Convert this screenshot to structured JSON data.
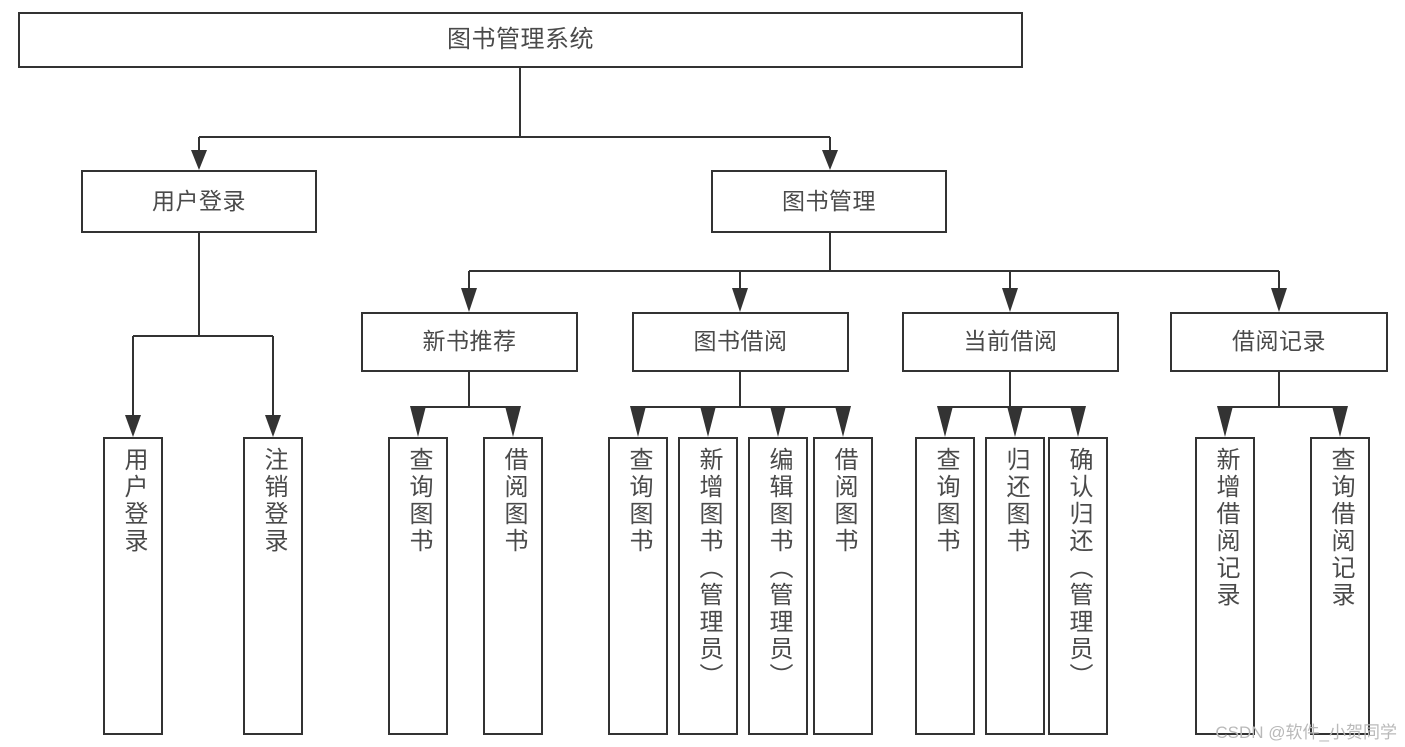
{
  "diagram": {
    "type": "tree",
    "title": "图书管理系统",
    "root": {
      "label": "图书管理系统"
    },
    "level1": [
      {
        "id": "user-login",
        "label": "用户登录"
      },
      {
        "id": "book-manage",
        "label": "图书管理"
      }
    ],
    "level2": [
      {
        "id": "new-book-recommend",
        "label": "新书推荐",
        "parent": "book-manage"
      },
      {
        "id": "book-borrow",
        "label": "图书借阅",
        "parent": "book-manage"
      },
      {
        "id": "current-borrow",
        "label": "当前借阅",
        "parent": "book-manage"
      },
      {
        "id": "borrow-record",
        "label": "借阅记录",
        "parent": "book-manage"
      }
    ],
    "leaves": [
      {
        "id": "leaf-user-login",
        "label": "用户登录",
        "parent": "user-login"
      },
      {
        "id": "leaf-user-logout",
        "label": "注销登录",
        "parent": "user-login"
      },
      {
        "id": "leaf-query-book-1",
        "label": "查询图书",
        "parent": "new-book-recommend"
      },
      {
        "id": "leaf-borrow-book-1",
        "label": "借阅图书",
        "parent": "new-book-recommend"
      },
      {
        "id": "leaf-query-book-2",
        "label": "查询图书",
        "parent": "book-borrow"
      },
      {
        "id": "leaf-add-book",
        "label": "新增图书（管理员）",
        "parent": "book-borrow"
      },
      {
        "id": "leaf-edit-book",
        "label": "编辑图书（管理员）",
        "parent": "book-borrow"
      },
      {
        "id": "leaf-borrow-book-2",
        "label": "借阅图书",
        "parent": "book-borrow"
      },
      {
        "id": "leaf-query-book-3",
        "label": "查询图书",
        "parent": "current-borrow"
      },
      {
        "id": "leaf-return-book",
        "label": "归还图书",
        "parent": "current-borrow"
      },
      {
        "id": "leaf-confirm-return",
        "label": "确认归还（管理员）",
        "parent": "current-borrow"
      },
      {
        "id": "leaf-add-record",
        "label": "新增借阅记录",
        "parent": "borrow-record"
      },
      {
        "id": "leaf-query-record",
        "label": "查询借阅记录",
        "parent": "borrow-record"
      }
    ],
    "colors": {
      "stroke": "#333333",
      "text": "#4a4a4a",
      "background": "#ffffff",
      "watermark": "#b9b9b9"
    }
  },
  "watermark": {
    "text": "CSDN @软件_小贺同学"
  }
}
